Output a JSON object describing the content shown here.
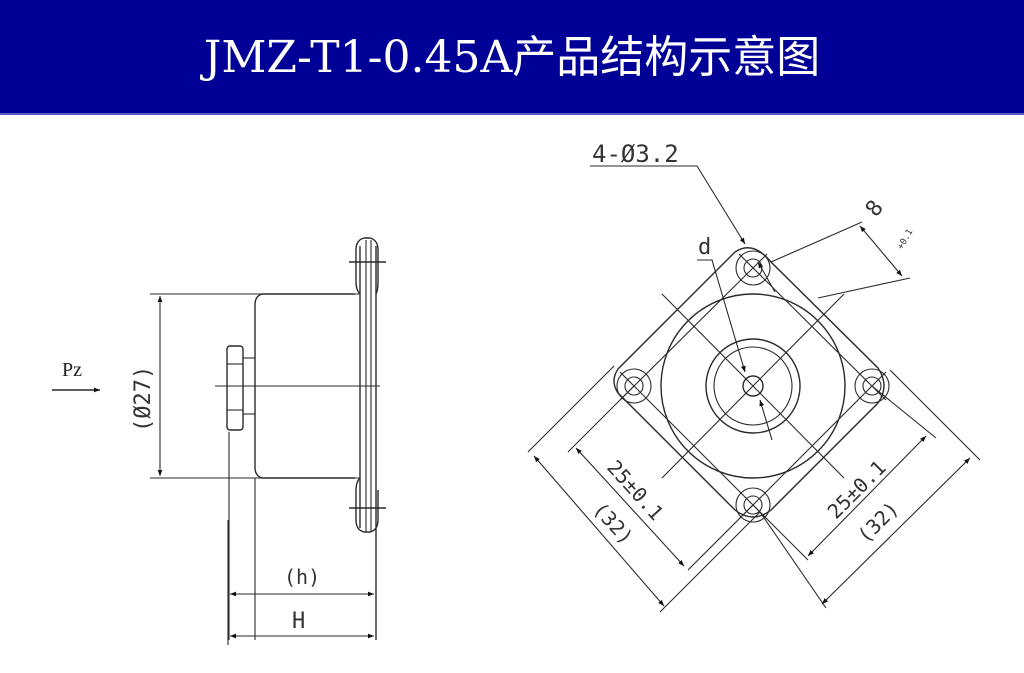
{
  "header": {
    "title": "JMZ-T1-0.45A产品结构示意图",
    "background_color": "#000096",
    "text_color": "#ffffff"
  },
  "side_view": {
    "force_label": "Pz",
    "diameter_label": "(Ø27)",
    "inner_height_label": "(h)",
    "total_height_label": "H"
  },
  "top_view": {
    "hole_callout": "4-Ø3.2",
    "thread_label": "d",
    "flange_thickness_label": "8",
    "flange_tolerance_label": "+0.1",
    "hole_spacing_left": "25±0.1",
    "overall_width_left": "(32)",
    "hole_spacing_right": "25±0.1",
    "overall_width_right": "(32)"
  }
}
